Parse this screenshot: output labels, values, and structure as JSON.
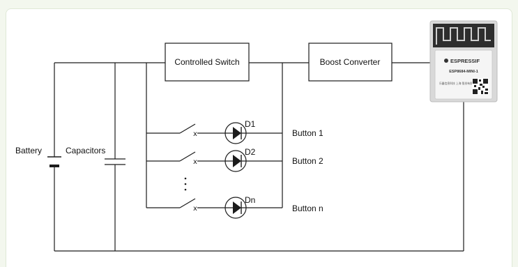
{
  "diagram": {
    "blocks": {
      "switch": "Controlled Switch",
      "boost": "Boost Converter"
    },
    "components": {
      "battery": "Battery",
      "capacitors": "Capacitors"
    },
    "diodes": [
      "D1",
      "D2",
      "Dn"
    ],
    "buttons": [
      "Button 1",
      "Button 2",
      "Button n"
    ],
    "module": {
      "brand": "ESPRESSIF",
      "model": "ESP8684-MINI-1",
      "fine_print": "乐鑫信息科技 上海 股份有限公司",
      "colors": {
        "body": "#dcdcdc",
        "shield": "#ffffff",
        "antenna": "#2b2b2b",
        "brand": "#333333"
      }
    }
  }
}
